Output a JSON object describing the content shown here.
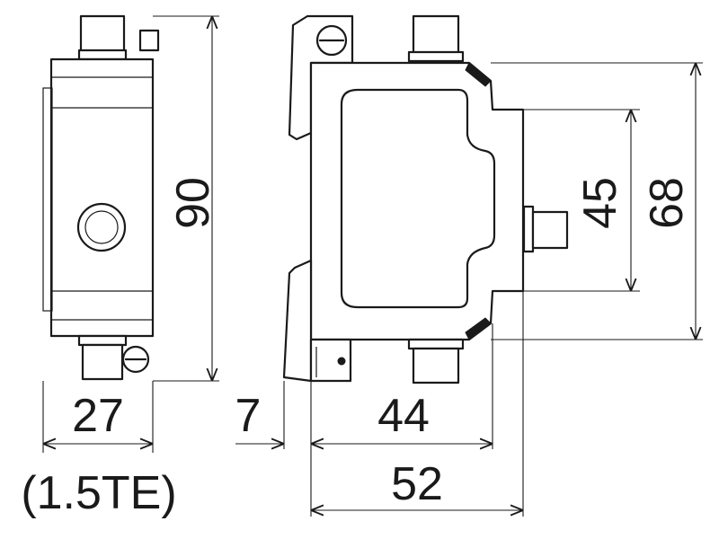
{
  "dimensions": {
    "width_front": "27",
    "width_front_te": "(1.5TE)",
    "height_total": "90",
    "din_rail_offset": "7",
    "body_depth": "44",
    "overall_depth": "52",
    "inner_height": "45",
    "outer_height": "68"
  },
  "colors": {
    "line": "#1a1a1a",
    "background": "#ffffff"
  }
}
